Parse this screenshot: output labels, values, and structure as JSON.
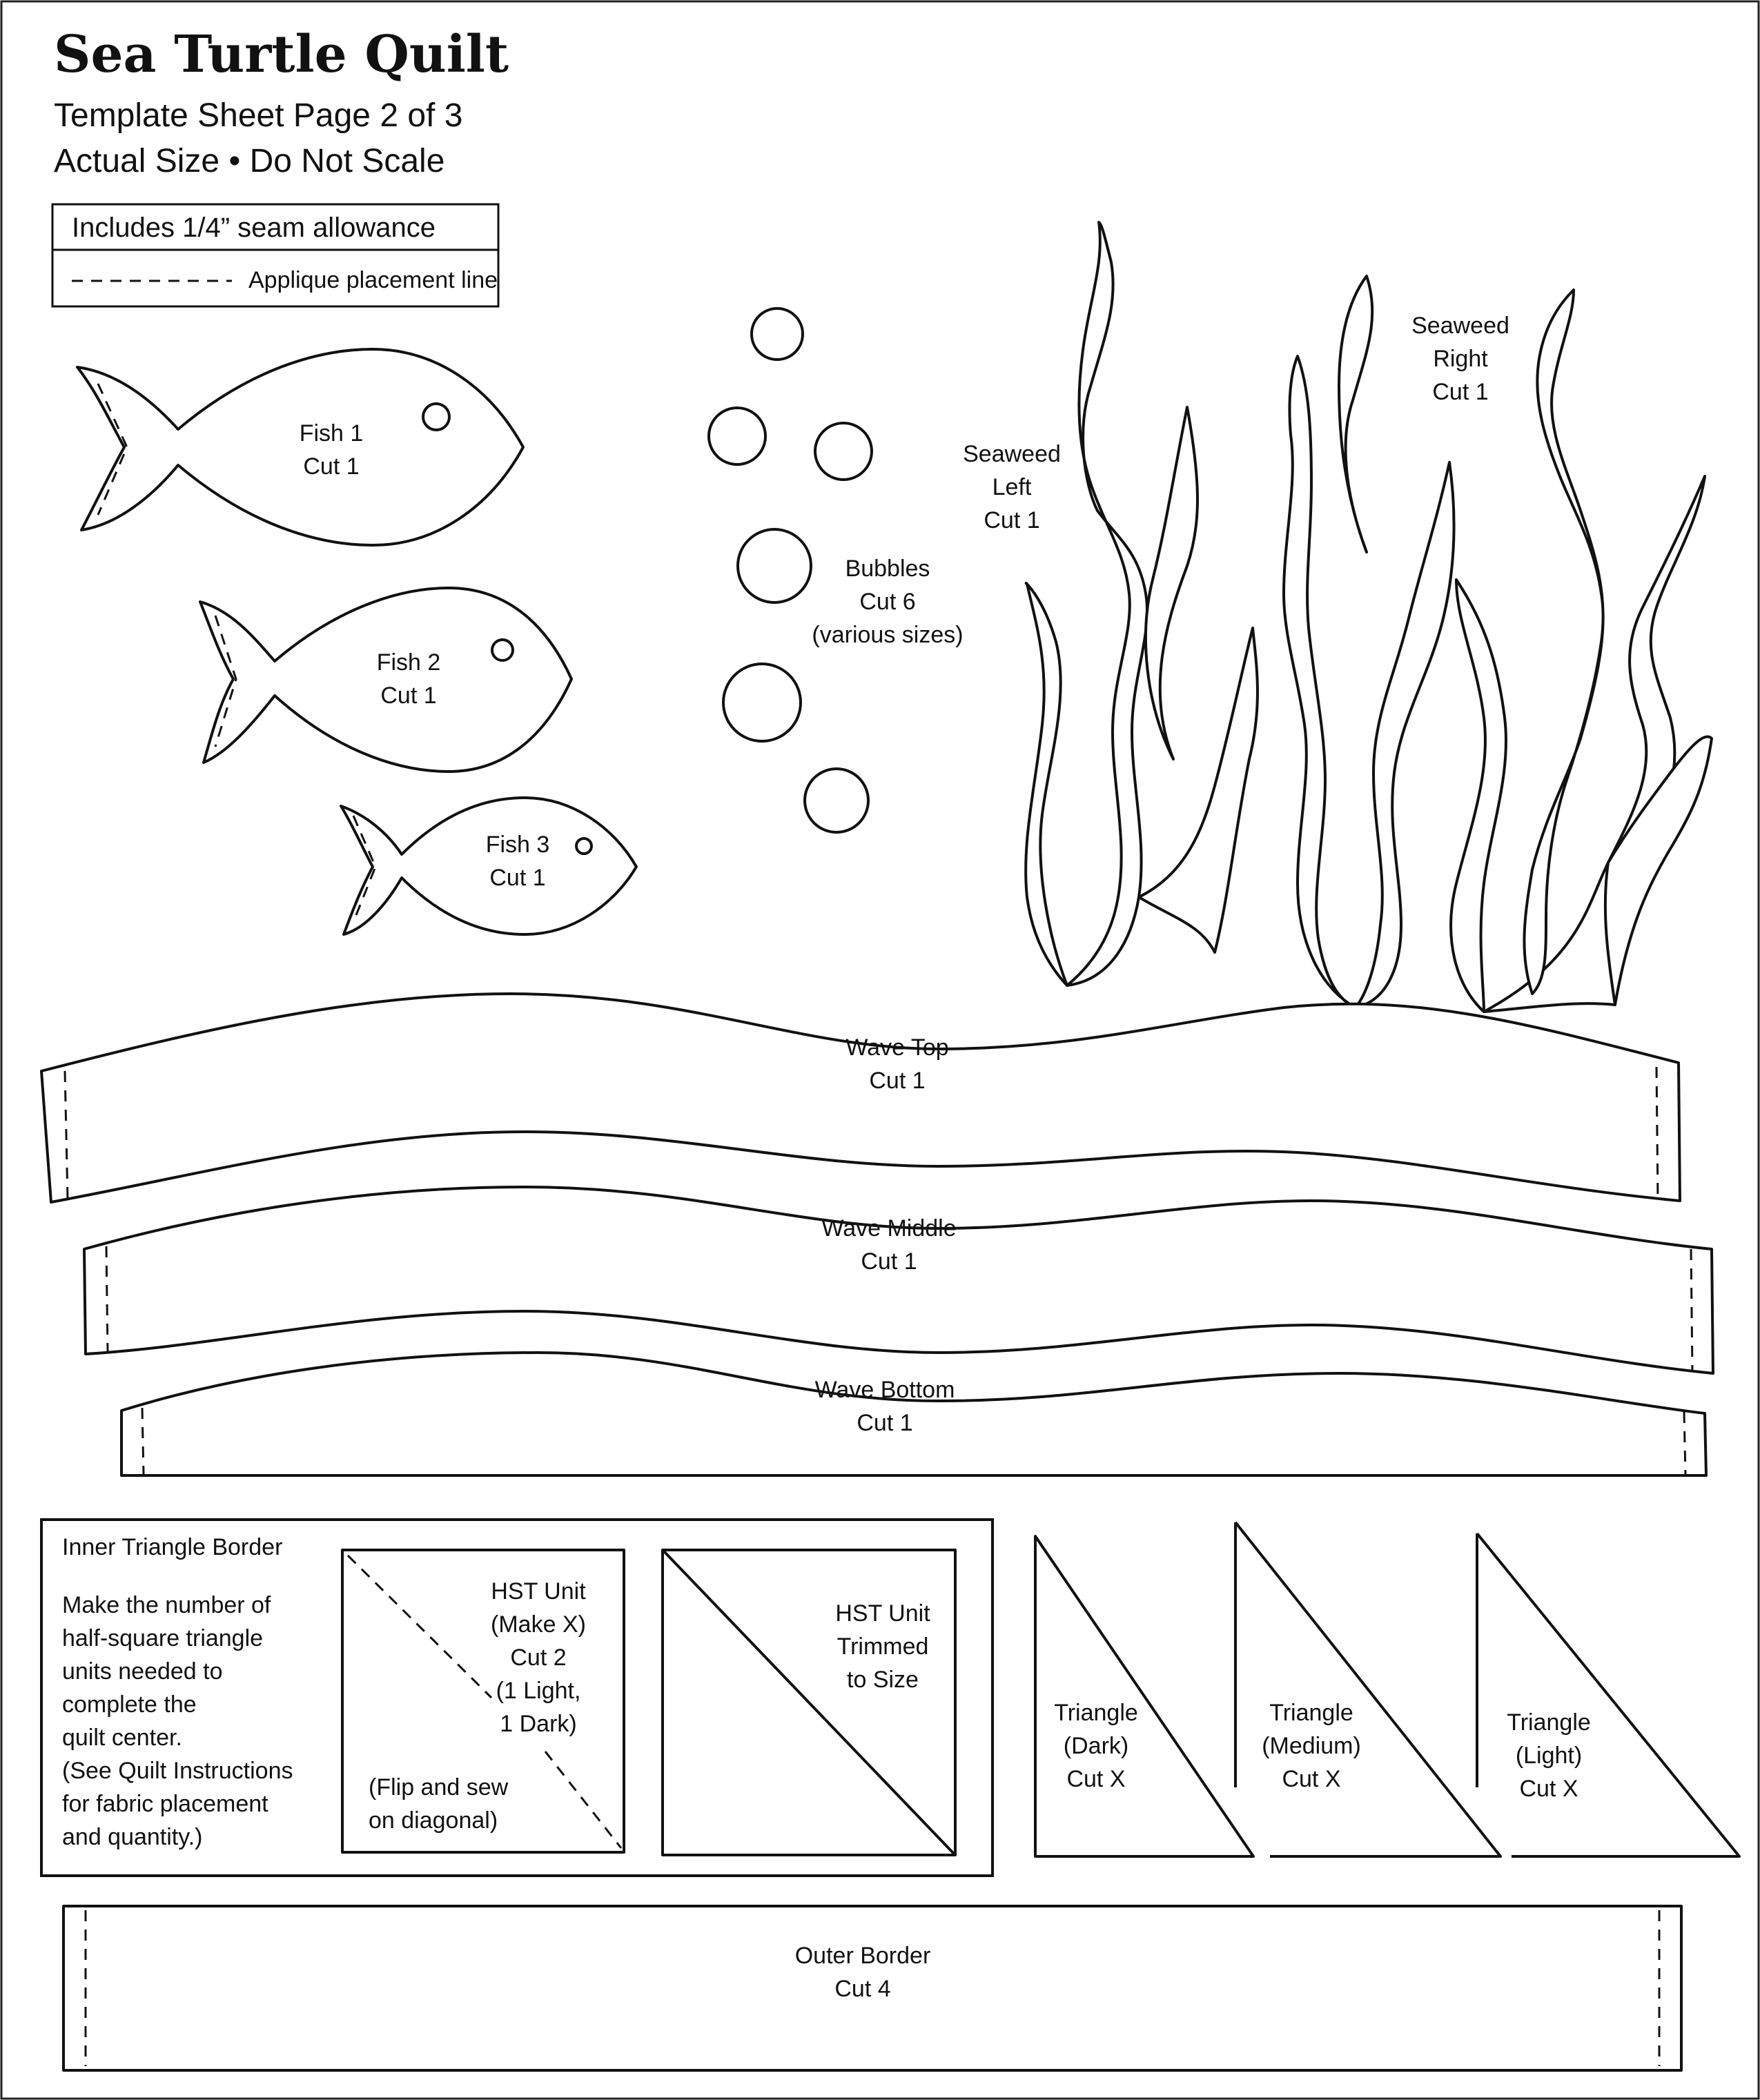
{
  "header": {
    "title": "Sea Turtle Quilt",
    "subtitle": "Template Sheet Page 2 of 3",
    "note": "Actual Size • Do Not Scale"
  },
  "legend": {
    "seam": "Includes 1/4” seam allowance",
    "placement": "Applique placement line"
  },
  "pieces": {
    "fish1": [
      "Fish 1",
      "Cut 1"
    ],
    "fish2": [
      "Fish 2",
      "Cut 1"
    ],
    "fish3": [
      "Fish 3",
      "Cut 1"
    ],
    "bubbles": [
      "Bubbles",
      "Cut 6",
      "(various sizes)"
    ],
    "seaweed_left": [
      "Seaweed",
      "Left",
      "Cut 1"
    ],
    "seaweed_right": [
      "Seaweed",
      "Right",
      "Cut 1"
    ],
    "wave_top": [
      "Wave Top",
      "Cut 1"
    ],
    "wave_middle": [
      "Wave Middle",
      "Cut 1"
    ],
    "wave_bottom": [
      "Wave Bottom",
      "Cut 1"
    ],
    "outer_border": [
      "Outer Border",
      "Cut 4"
    ]
  },
  "inner_border": {
    "heading": "Inner Triangle Border",
    "instructions": [
      "Make the number of",
      "half-square triangle",
      "units needed to",
      "complete the",
      "quilt center.",
      "(See Quilt Instructions",
      "for fabric placement",
      "and quantity.)"
    ],
    "hst_unit": [
      "HST Unit",
      "(Make X)",
      "Cut 2",
      "(1 Light,",
      "1 Dark)"
    ],
    "flip_note": [
      "(Flip and sew",
      "on diagonal)"
    ],
    "hst_trimmed": [
      "HST Unit",
      "Trimmed",
      "to Size"
    ],
    "triangle_dark": [
      "Triangle",
      "(Dark)",
      "Cut X"
    ],
    "triangle_medium": [
      "Triangle",
      "(Medium)",
      "Cut X"
    ],
    "triangle_light": [
      "Triangle",
      "(Light)",
      "Cut X"
    ]
  }
}
